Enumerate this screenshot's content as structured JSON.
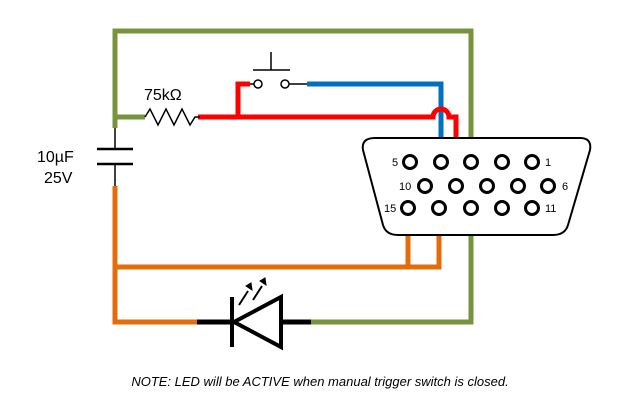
{
  "components": {
    "resistor": {
      "value": "75kΩ"
    },
    "capacitor": {
      "capacitance": "10µF",
      "voltage": "25V"
    },
    "switch": {
      "icon": "push-button-switch-icon"
    },
    "led": {
      "icon": "led-icon"
    },
    "connector": {
      "icon": "vga-connector-icon",
      "pin_labels": {
        "p5": "5",
        "p1": "1",
        "p10": "10",
        "p6": "6",
        "p15": "15",
        "p11": "11"
      }
    }
  },
  "note": "NOTE: LED will be ACTIVE when manual trigger switch is closed.",
  "colors": {
    "green": "#77933c",
    "orange": "#e46c0a",
    "red": "#ff0000",
    "blue": "#0070c0",
    "black": "#000000"
  }
}
